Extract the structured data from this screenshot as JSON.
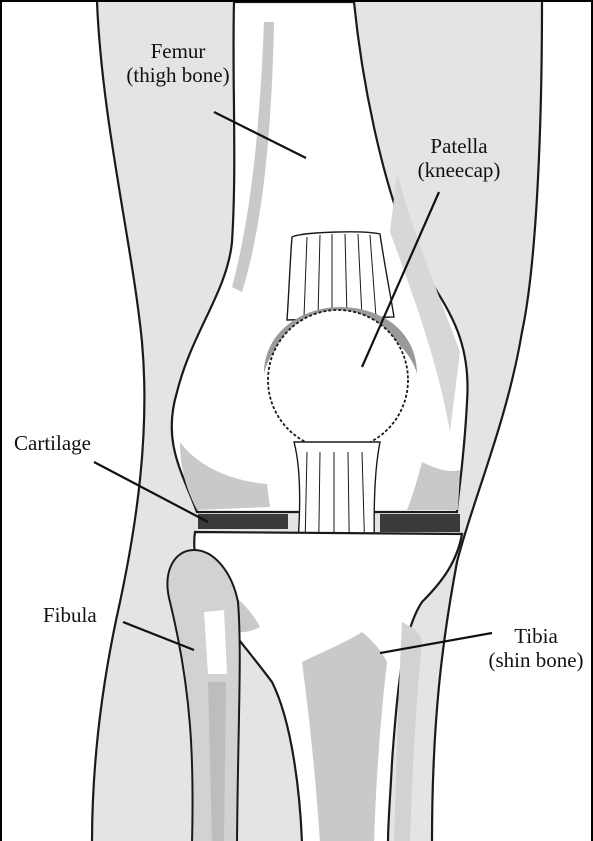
{
  "labels": {
    "femur": {
      "line1": "Femur",
      "line2": "(thigh bone)"
    },
    "patella": {
      "line1": "Patella",
      "line2": "(kneecap)"
    },
    "cartilage": {
      "line1": "Cartilage"
    },
    "fibula": {
      "line1": "Fibula"
    },
    "tibia": {
      "line1": "Tibia",
      "line2": "(shin bone)"
    }
  },
  "colors": {
    "skin_shade": "#e4e4e4",
    "bone_shadow": "#c9c9c9",
    "cartilage": "#3a3a3a",
    "outline": "#1a1a1a"
  }
}
